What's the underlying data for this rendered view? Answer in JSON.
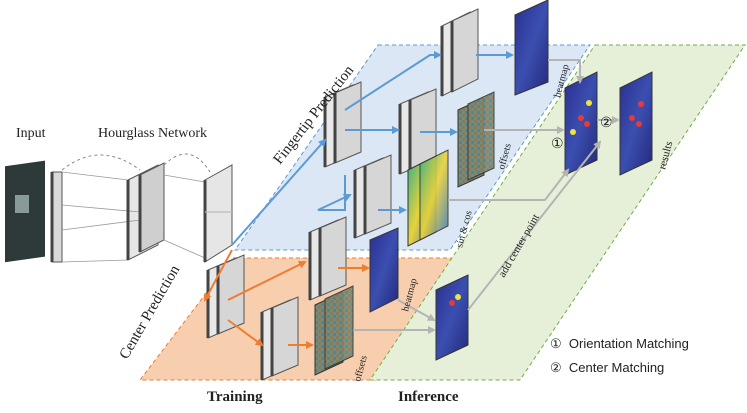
{
  "labels": {
    "input": "Input",
    "hourglass": "Hourglass Network",
    "fingertip": "Fingertip Prediction",
    "center": "Center Prediction",
    "heatmap_top": "heatmap",
    "offsets_top": "offsets",
    "sincos": "sin & cos",
    "heatmap_bottom": "heatmap",
    "offsets_bottom": "offsets",
    "add_center": "add center point",
    "results": "results",
    "circle1": "①",
    "circle2": "②",
    "training": "Training",
    "inference": "Inference"
  },
  "legend": [
    {
      "mark": "①",
      "text": "Orientation Matching"
    },
    {
      "mark": "②",
      "text": "Center Matching"
    }
  ],
  "colors": {
    "blue_panel": "#dbe7f5",
    "orange_panel": "#f8cfae",
    "green_panel": "#e6f0d9",
    "blue_arrow": "#5b9bd5",
    "orange_arrow": "#ed7d31",
    "gray_arrow": "#b4b4b4"
  }
}
